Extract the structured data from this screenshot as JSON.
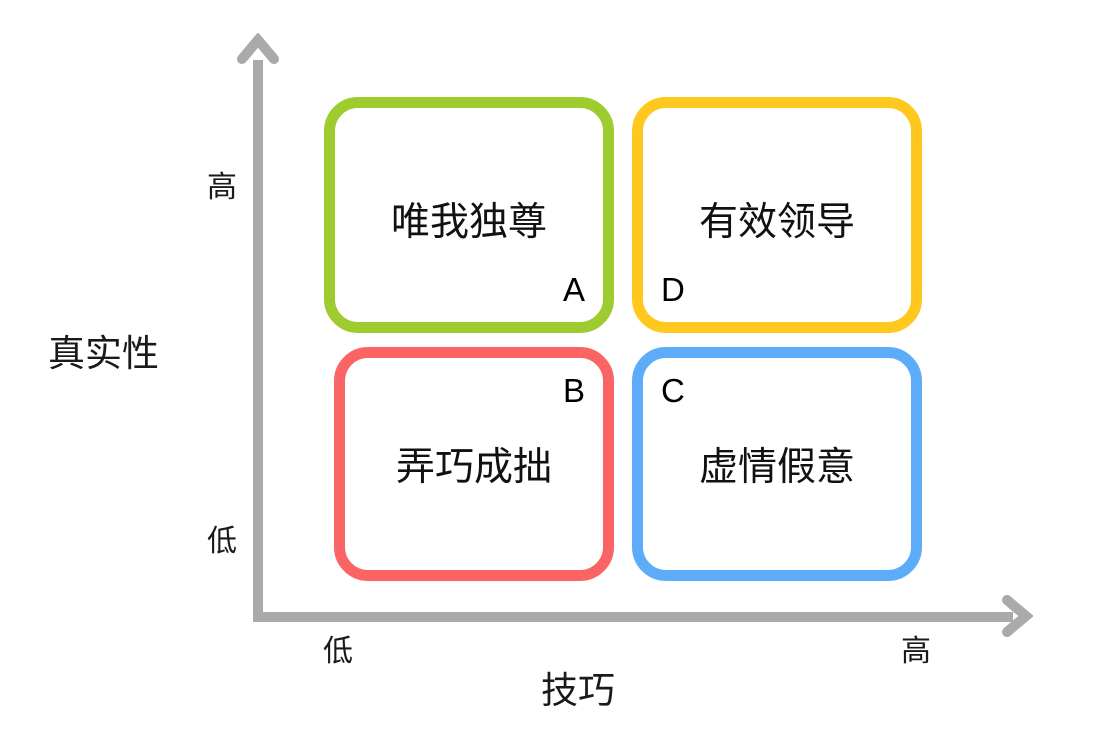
{
  "diagram": {
    "type": "2x2-matrix",
    "axes": {
      "y": {
        "title": "真实性",
        "ticks": {
          "high": "高",
          "low": "低"
        },
        "arrow_icon": "arrow-up-icon",
        "color": "#aaaaaa"
      },
      "x": {
        "title": "技巧",
        "ticks": {
          "low": "低",
          "high": "高"
        },
        "arrow_icon": "arrow-right-icon",
        "color": "#aaaaaa"
      }
    },
    "quadrants": [
      {
        "key": "a",
        "letter": "A",
        "title": "唯我独尊",
        "color": "#9ecb2d",
        "position": "top-left",
        "x_level": "低",
        "y_level": "高",
        "letter_corner": "bottom-right"
      },
      {
        "key": "d",
        "letter": "D",
        "title": "有效领导",
        "color": "#ffc81e",
        "position": "top-right",
        "x_level": "高",
        "y_level": "高",
        "letter_corner": "bottom-left"
      },
      {
        "key": "b",
        "letter": "B",
        "title": "弄巧成拙",
        "color": "#fb6464",
        "position": "bottom-left",
        "x_level": "低",
        "y_level": "低",
        "letter_corner": "top-right"
      },
      {
        "key": "c",
        "letter": "C",
        "title": "虚情假意",
        "color": "#5cacfa",
        "position": "bottom-right",
        "x_level": "高",
        "y_level": "低",
        "letter_corner": "top-left"
      }
    ]
  }
}
